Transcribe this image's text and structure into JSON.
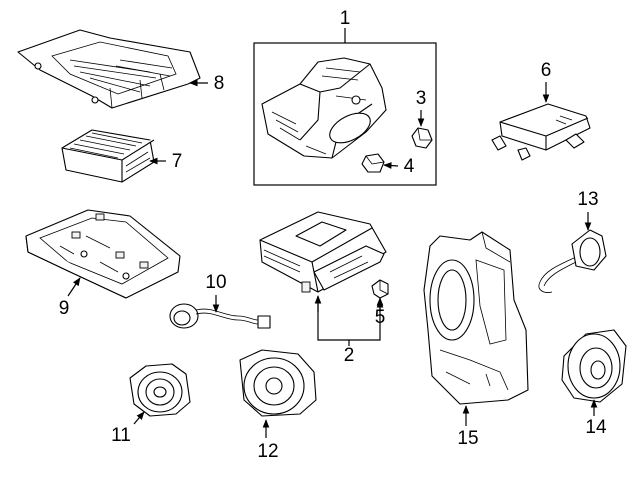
{
  "diagram": {
    "callouts": [
      {
        "id": "p1",
        "label": "1"
      },
      {
        "id": "p2",
        "label": "2"
      },
      {
        "id": "p3",
        "label": "3"
      },
      {
        "id": "p4",
        "label": "4"
      },
      {
        "id": "p5",
        "label": "5"
      },
      {
        "id": "p6",
        "label": "6"
      },
      {
        "id": "p7",
        "label": "7"
      },
      {
        "id": "p8",
        "label": "8"
      },
      {
        "id": "p9",
        "label": "9"
      },
      {
        "id": "p10",
        "label": "10"
      },
      {
        "id": "p11",
        "label": "11"
      },
      {
        "id": "p12",
        "label": "12"
      },
      {
        "id": "p13",
        "label": "13"
      },
      {
        "id": "p14",
        "label": "14"
      },
      {
        "id": "p15",
        "label": "15"
      }
    ],
    "colors": {
      "ink": "#000000",
      "paper": "#ffffff"
    }
  }
}
